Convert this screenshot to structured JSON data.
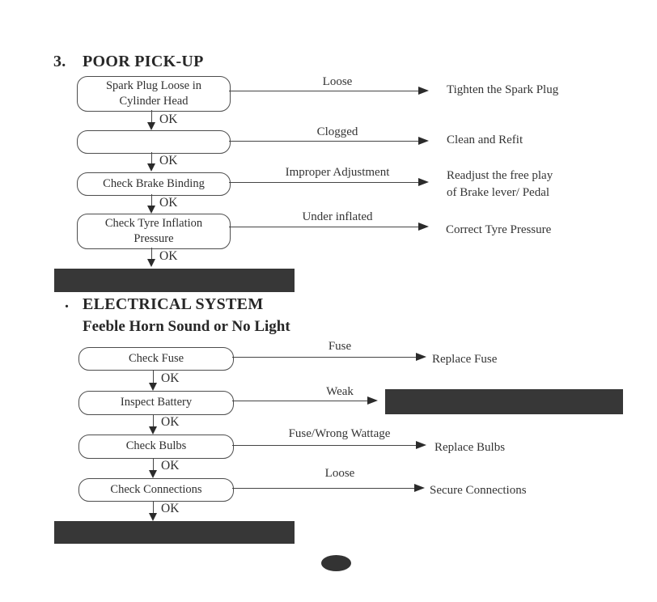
{
  "page": {
    "bg_color": "#ffffff",
    "ink_color": "#303030",
    "redaction_color": "#373737"
  },
  "labels": {
    "ok": "OK"
  },
  "poor_pickup": {
    "number": "3.",
    "title": "POOR PICK-UP",
    "steps": [
      {
        "check": "Spark Plug Loose in\nCylinder Head",
        "fault": "Loose",
        "remedy": "Tighten the Spark Plug"
      },
      {
        "check": "",
        "fault": "Clogged",
        "remedy": "Clean and Refit"
      },
      {
        "check": "Check Brake Binding",
        "fault": "Improper Adjustment",
        "remedy": "Readjust the free play\nof Brake lever/ Pedal"
      },
      {
        "check": "Check Tyre Inflation\nPressure",
        "fault": "Under inflated",
        "remedy": "Correct Tyre Pressure"
      }
    ]
  },
  "electrical": {
    "bullet": ".",
    "title": "ELECTRICAL SYSTEM",
    "subtitle": "Feeble Horn Sound or No Light",
    "steps": [
      {
        "check": "Check Fuse",
        "fault": "Fuse",
        "remedy": "Replace Fuse"
      },
      {
        "check": "Inspect Battery",
        "fault": "Weak",
        "remedy": ""
      },
      {
        "check": "Check Bulbs",
        "fault": "Fuse/Wrong Wattage",
        "remedy": "Replace Bulbs"
      },
      {
        "check": "Check Connections",
        "fault": "Loose",
        "remedy": "Secure Connections"
      }
    ]
  }
}
